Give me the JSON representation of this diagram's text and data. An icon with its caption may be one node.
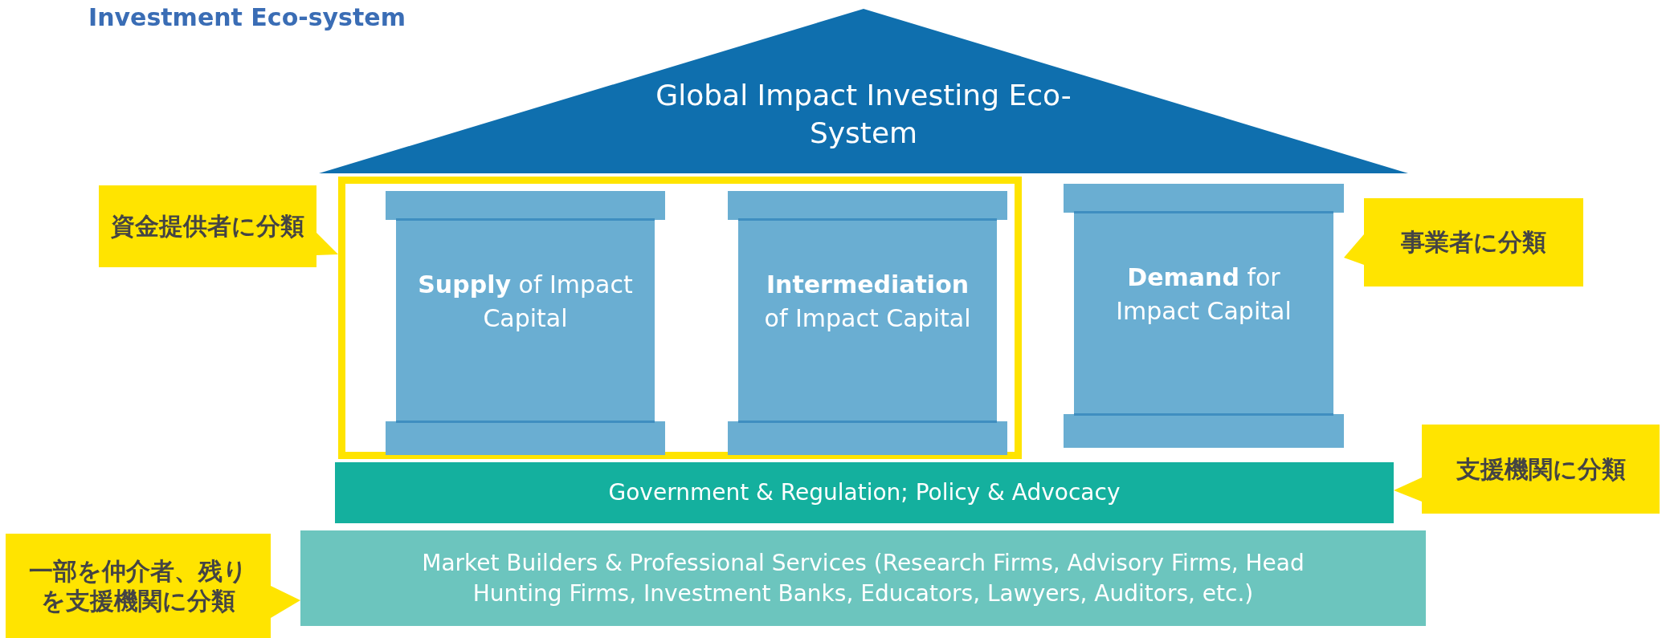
{
  "diagram": {
    "title": "Investment Eco-system",
    "nodes": [
      {
        "text": [
          "Global Impact Investing Eco-System"
        ]
      },
      {
        "text": [],
        "shape": "box"
      },
      {
        "text": [
          "**Supply** of Impact Capital"
        ],
        "in": 1
      },
      {
        "text": [
          "**Intermediation** of Impact Capital"
        ],
        "in": 1
      },
      {
        "text": [
          "**Demand** for Impact Capital"
        ]
      },
      {
        "text": [
          "Government & Regulation; Policy & Advocacy"
        ]
      },
      {
        "text": [
          "Market Builders & Professional Services (Research Firms, Advisory Firms, Head Hunting Firms, Investment Banks, Educators, Lawyers, Auditors, etc.)"
        ]
      },
      {
        "text": [
          "資金提供者に分類"
        ]
      },
      {
        "text": [
          "事業者に分類"
        ]
      },
      {
        "text": [
          "支援機関に分類"
        ]
      },
      {
        "text": [
          "一部を仲介者、残りを支援機関に分類"
        ]
      }
    ],
    "edges": [
      {
        "from": 7,
        "to": 1,
        "arrow": "to"
      },
      {
        "from": 8,
        "to": 4,
        "arrow": "to"
      },
      {
        "from": 9,
        "to": 5,
        "arrow": "to"
      },
      {
        "from": 10,
        "to": 6,
        "arrow": "to"
      }
    ]
  }
}
